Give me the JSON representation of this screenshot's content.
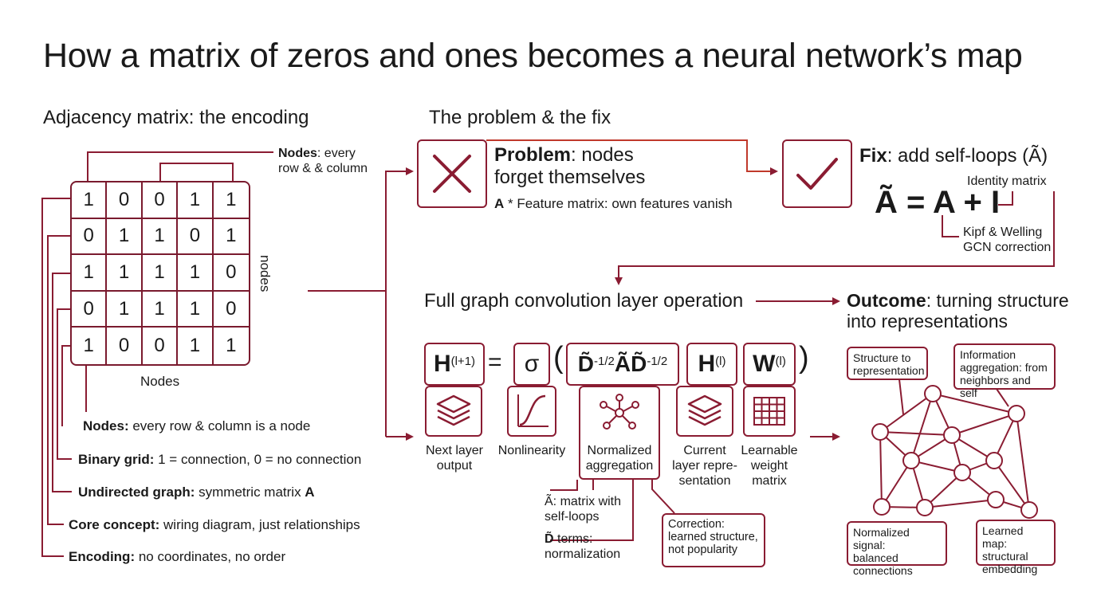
{
  "title": "How a matrix of zeros and ones becomes a neural network’s map",
  "left": {
    "heading": "Adjacency matrix: the encoding",
    "matrix": [
      [
        1,
        0,
        0,
        1,
        1
      ],
      [
        0,
        1,
        1,
        0,
        1
      ],
      [
        1,
        1,
        1,
        1,
        0
      ],
      [
        0,
        1,
        1,
        1,
        0
      ],
      [
        1,
        0,
        0,
        1,
        1
      ]
    ],
    "x_label": "Nodes",
    "y_label": "nodes",
    "top_callout": {
      "bold": "Nodes",
      "rest": ": every",
      "line2": "row & & column"
    },
    "notes": [
      {
        "bold": "Nodes:",
        "rest": " every row & column is a node"
      },
      {
        "bold": "Binary grid:",
        "rest": " 1 = connection, 0 = no connection"
      },
      {
        "bold": "Undirected graph:",
        "rest": " symmetric matrix ",
        "bold2": "A"
      },
      {
        "bold": "Core concept:",
        "rest": " wiring diagram, just relationships"
      },
      {
        "bold": "Encoding:",
        "rest": " no coordinates, no order"
      }
    ]
  },
  "problem_fix": {
    "heading": "The problem & the fix",
    "problem": {
      "bold": "Problem",
      "line1": ": nodes",
      "line2": "forget themselves",
      "note_bold": "A",
      "note_rest": " * Feature matrix: own features vanish"
    },
    "fix": {
      "bold": "Fix",
      "rest": ": add self-loops (Ã)",
      "identity": "Identity matrix",
      "equation": "Ã = A + I",
      "kipf_line1": "Kipf & Welling",
      "kipf_line2": "GCN correction"
    }
  },
  "gcn": {
    "heading": "Full graph convolution layer operation",
    "equals": "=",
    "sigma": "σ",
    "open_paren": "(",
    "close_paren": ")",
    "h_next": {
      "base": "H",
      "sup": "(l+1)"
    },
    "dad": {
      "d1": "D̃",
      "sup1": "-1/2",
      "a": "Ã",
      "d2": "D̃",
      "sup2": "-1/2"
    },
    "h": {
      "base": "H",
      "sup": "(l)"
    },
    "w": {
      "base": "W",
      "sup": "(l)"
    },
    "captions": {
      "next": [
        "Next layer",
        "output"
      ],
      "nonlin": [
        "Nonlinearity"
      ],
      "agg": [
        "Normalized",
        "aggregation"
      ],
      "current": [
        "Current",
        "layer repre-",
        "sentation"
      ],
      "weight": [
        "Learnable",
        "weight",
        "matrix"
      ]
    },
    "notes": {
      "a_tilde": [
        "Ã: matrix with",
        "self-loops"
      ],
      "d_tilde_bold": "D̃",
      "d_tilde": [
        " terms:",
        "normalization"
      ],
      "correction": [
        "Correction:",
        "learned structure,",
        "not popularity"
      ]
    }
  },
  "outcome": {
    "bold": "Outcome",
    "line1": ": turning structure",
    "line2": "into representations",
    "callouts": {
      "structure": [
        "Structure to",
        "representation"
      ],
      "info": [
        "Information",
        "aggregation: from",
        "neighbors and self"
      ],
      "normalized": [
        "Normalized signal:",
        "balanced",
        "connections"
      ],
      "learned": [
        "Learned map:",
        "structural",
        "embedding"
      ]
    }
  },
  "colors": {
    "accent": "#8a1c32",
    "text": "#1a1a1a"
  }
}
